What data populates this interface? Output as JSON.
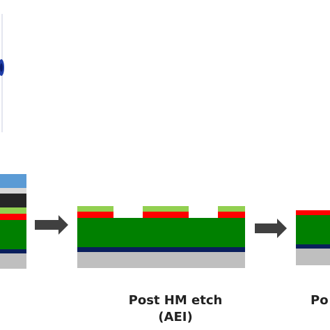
{
  "stages": [
    {
      "id": "stage-left-cropped",
      "caption_lines": [],
      "layers_top_to_bottom": [
        "light-blue",
        "light-gray",
        "black",
        "light-green",
        "red",
        "green",
        "dark-navy",
        "gray"
      ]
    },
    {
      "id": "stage-post-hm-etch",
      "caption_lines": [
        "Post HM etch",
        "(AEI)"
      ],
      "layers_top_to_bottom": [
        "light-green (patterned)",
        "red (patterned)",
        "green",
        "dark-navy",
        "gray"
      ]
    },
    {
      "id": "stage-right-cropped",
      "caption_lines": [
        "Po"
      ],
      "layers_top_to_bottom": [
        "red",
        "green",
        "dark-navy",
        "gray"
      ]
    }
  ],
  "arrows": [
    "process-arrow-1",
    "process-arrow-2"
  ],
  "colors": {
    "light_blue": "#5b9bd5",
    "light_gray": "#d9d9d9",
    "black": "#262626",
    "light_green": "#92d050",
    "red": "#ff0000",
    "green": "#008000",
    "dark_navy": "#0a1f5c",
    "gray": "#bfbfbf",
    "arrow": "#404040",
    "scatter_blue": "#1f3ea8"
  }
}
